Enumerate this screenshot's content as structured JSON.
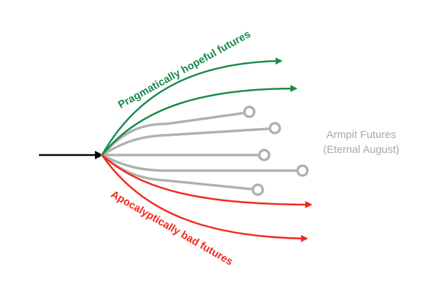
{
  "labels": {
    "hopeful": "Pragmatically hopeful futures",
    "bad": "Apocalyptically bad futures",
    "armpit_line1": "Armpit Futures",
    "armpit_line2": "(Eternal August)"
  },
  "colors": {
    "hopeful": "#1a8a4a",
    "bad": "#f0291c",
    "armpit": "#a8a8a8",
    "present": "#000000"
  }
}
